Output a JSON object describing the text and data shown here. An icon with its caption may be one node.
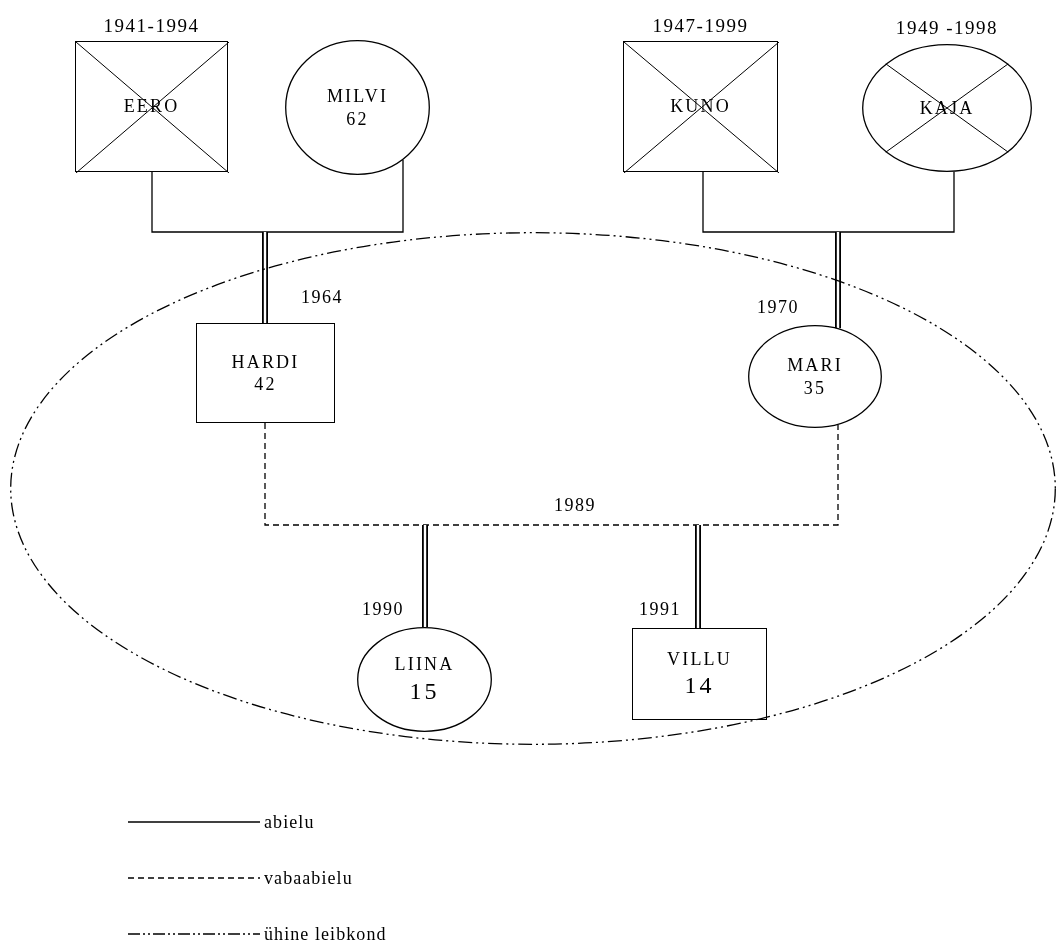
{
  "diagram": {
    "nodes": [
      {
        "text": [
          "EERO"
        ],
        "beside": [
          "1941-1994"
        ]
      },
      {
        "text": [
          "MILVI",
          "62"
        ]
      },
      {
        "text": [
          "KUNO"
        ],
        "beside": [
          "1947-1999"
        ]
      },
      {
        "text": [
          "KAJA"
        ],
        "beside": [
          "1949 -1998"
        ]
      },
      {
        "text": [],
        "shape": "ellipse"
      },
      {
        "text": [
          "HARDI",
          "42"
        ],
        "in": 4
      },
      {
        "text": [
          "MARI",
          "35"
        ],
        "in": 4
      },
      {
        "text": [
          "LIINA",
          "15"
        ],
        "in": 4
      },
      {
        "text": [
          "VILLU",
          "14"
        ],
        "in": 4
      }
    ],
    "edges": [
      {
        "from": 0,
        "to": 1,
        "arrow": "none"
      },
      {
        "from": null,
        "to": 5,
        "arrow": "none",
        "label": "1964"
      },
      {
        "from": 2,
        "to": 3,
        "arrow": "none"
      },
      {
        "from": null,
        "to": 6,
        "arrow": "none",
        "label": "1970"
      },
      {
        "from": 5,
        "to": 6,
        "arrow": "none",
        "label": "1989",
        "style": "dashed"
      },
      {
        "from": null,
        "to": 7,
        "arrow": "none",
        "label": "1990"
      },
      {
        "from": null,
        "to": 8,
        "arrow": "none",
        "label": "1991"
      }
    ],
    "legend": [
      {
        "text": "abielu"
      },
      {
        "text": "vabaabielu"
      },
      {
        "text": "ühine leibkond"
      }
    ]
  }
}
